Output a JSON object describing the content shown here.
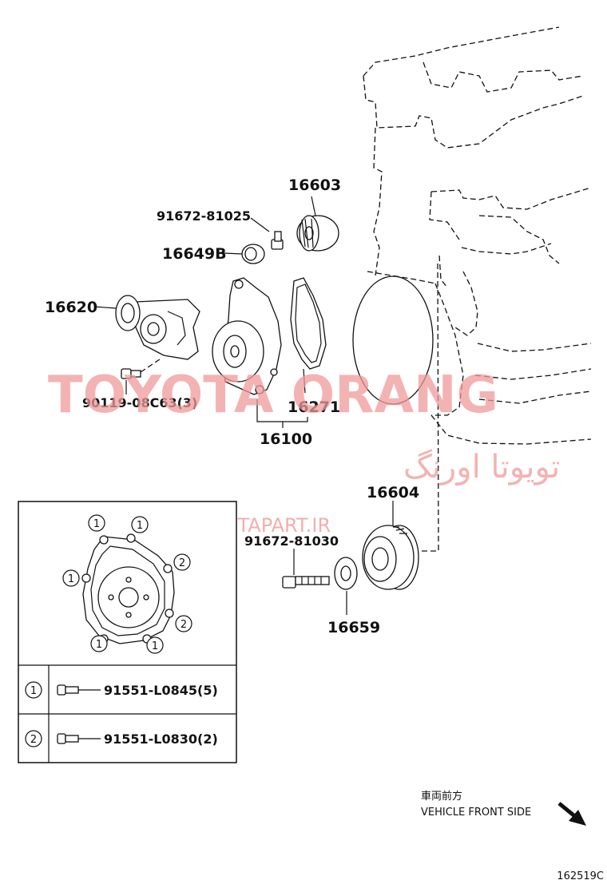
{
  "parts": {
    "p16603": "16603",
    "p91672_81025": "91672-81025",
    "p16649b": "16649B",
    "p16620": "16620",
    "p90119": "90119-08C63(3)",
    "p16271": "16271",
    "p16100": "16100",
    "p16604": "16604",
    "p91672_81030": "91672-81030",
    "p16659": "16659"
  },
  "watermark": {
    "brand": "TOYOTA ORANG",
    "persian": "تویوتا اورنگ",
    "url": "TOYOTAPART.IR"
  },
  "inset": {
    "bolt_markers": [
      "1",
      "1",
      "2",
      "1",
      "2",
      "1",
      "1"
    ],
    "rows": [
      {
        "num": "1",
        "code": "91551-L0845(5)"
      },
      {
        "num": "2",
        "code": "91551-L0830(2)"
      }
    ]
  },
  "direction": {
    "jp": "車両前方",
    "en": "VEHICLE FRONT SIDE"
  },
  "diagram_code": "162519C",
  "colors": {
    "watermark": "#ef9a9a",
    "ink": "#111111"
  }
}
